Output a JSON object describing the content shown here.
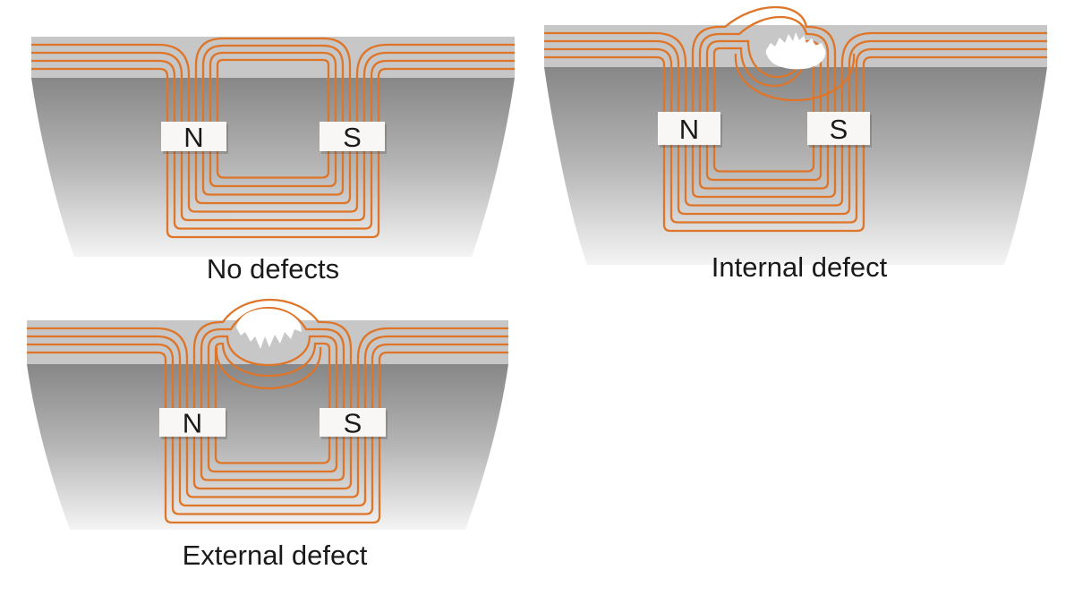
{
  "diagram": {
    "description_labels": []
  },
  "colors": {
    "field_line": "#DE7529",
    "slab_strip": "#c7c7c7",
    "body_top": "#878787",
    "body_mid": "#b6b6b6",
    "body_bottom": "#f4f4f4",
    "pole_box": "#f8f7f5",
    "pole_shadow": "rgba(0,0,0,0.16)",
    "defect_fill": "#ffffff",
    "text": "#1a1a1a",
    "background": "#ffffff"
  },
  "field_lines": {
    "loop_count": 8,
    "outer_horizontal_count": 4,
    "inner_connector_count": 4
  },
  "panels": [
    {
      "id": "no-defects",
      "caption": "No defects",
      "defect": "none",
      "pole_labels": {
        "left": "N",
        "right": "S"
      }
    },
    {
      "id": "internal-defect",
      "caption": "Internal defect",
      "defect": "internal",
      "pole_labels": {
        "left": "N",
        "right": "S"
      }
    },
    {
      "id": "external-defect",
      "caption": "External defect",
      "defect": "external",
      "pole_labels": {
        "left": "N",
        "right": "S"
      }
    }
  ]
}
